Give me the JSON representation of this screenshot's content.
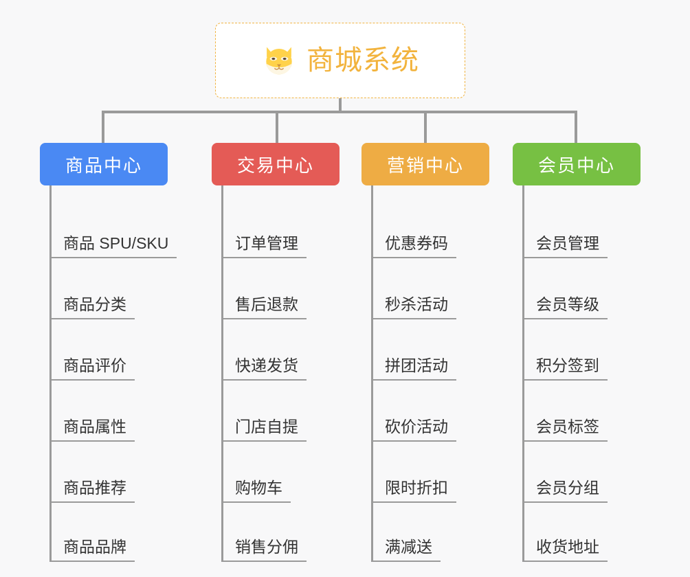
{
  "root": {
    "title": "商城系统",
    "icon": "shiba-dog-face-icon",
    "border_color": "#f0b341",
    "text_color": "#f2b33d"
  },
  "canvas": {
    "background": "#f8f8f9",
    "connector_color": "#9a9a9a"
  },
  "categories": [
    {
      "label": "商品中心",
      "color": "#4a89f3",
      "items": [
        "商品 SPU/SKU",
        "商品分类",
        "商品评价",
        "商品属性",
        "商品推荐",
        "商品品牌"
      ]
    },
    {
      "label": "交易中心",
      "color": "#e45b56",
      "items": [
        "订单管理",
        "售后退款",
        "快递发货",
        "门店自提",
        "购物车",
        "销售分佣"
      ]
    },
    {
      "label": "营销中心",
      "color": "#eeac44",
      "items": [
        "优惠券码",
        "秒杀活动",
        "拼团活动",
        "砍价活动",
        "限时折扣",
        "满减送"
      ]
    },
    {
      "label": "会员中心",
      "color": "#77c043",
      "items": [
        "会员管理",
        "会员等级",
        "积分签到",
        "会员标签",
        "会员分组",
        "收货地址"
      ]
    }
  ]
}
